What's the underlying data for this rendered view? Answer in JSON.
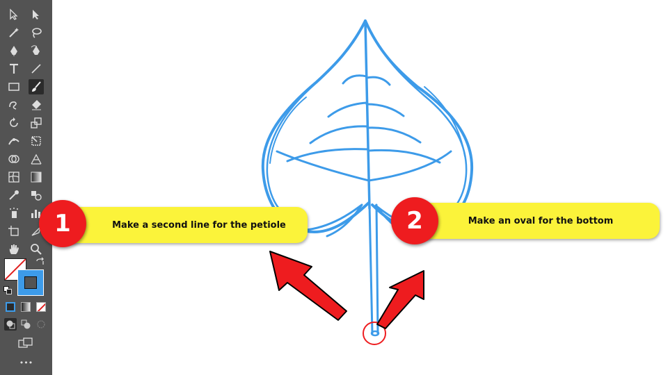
{
  "toolbar": {
    "tools": [
      {
        "name": "selection-tool-icon"
      },
      {
        "name": "direct-selection-tool-icon"
      },
      {
        "name": "magic-wand-tool-icon"
      },
      {
        "name": "lasso-tool-icon"
      },
      {
        "name": "pen-tool-icon"
      },
      {
        "name": "curvature-tool-icon"
      },
      {
        "name": "type-tool-icon"
      },
      {
        "name": "line-segment-tool-icon"
      },
      {
        "name": "rectangle-tool-icon"
      },
      {
        "name": "paintbrush-tool-icon"
      },
      {
        "name": "shaper-tool-icon"
      },
      {
        "name": "eraser-tool-icon"
      },
      {
        "name": "rotate-tool-icon"
      },
      {
        "name": "scale-tool-icon"
      },
      {
        "name": "width-tool-icon"
      },
      {
        "name": "free-transform-tool-icon"
      },
      {
        "name": "shape-builder-tool-icon"
      },
      {
        "name": "perspective-grid-tool-icon"
      },
      {
        "name": "mesh-tool-icon"
      },
      {
        "name": "gradient-tool-icon"
      },
      {
        "name": "eyedropper-tool-icon"
      },
      {
        "name": "blend-tool-icon"
      },
      {
        "name": "symbol-sprayer-tool-icon"
      },
      {
        "name": "column-graph-tool-icon"
      },
      {
        "name": "artboard-tool-icon"
      },
      {
        "name": "slice-tool-icon"
      },
      {
        "name": "hand-tool-icon"
      },
      {
        "name": "zoom-tool-icon"
      }
    ],
    "active_tool": "paintbrush-tool-icon",
    "more_label": "•••"
  },
  "callouts": [
    {
      "number": "1",
      "text": "Make a second line for the petiole"
    },
    {
      "number": "2",
      "text": "Make an oval for the bottom"
    }
  ],
  "colors": {
    "toolbar_bg": "#535353",
    "leaf_stroke": "#3d9be9",
    "callout_bg": "#fbf33a",
    "badge_red": "#ee1c1f",
    "arrow_red": "#ee1c1f"
  }
}
